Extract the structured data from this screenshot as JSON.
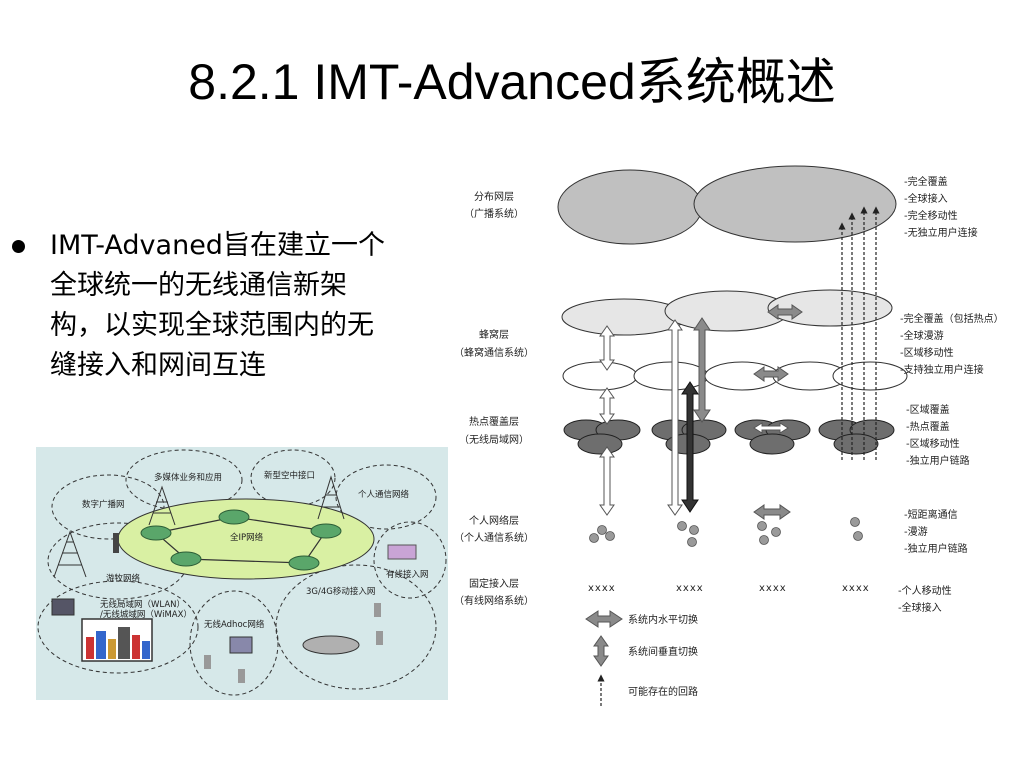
{
  "slide": {
    "title": "8.2.1 IMT-Advanced系统概述",
    "bullet_text": "IMT-Advaned旨在建立一个全球统一的无线通信新架构，以实现全球范围内的无缝接入和网间互连"
  },
  "left_diagram": {
    "labels": {
      "multimedia": "多媒体业务和应用",
      "new_air": "新型空中接口",
      "digital_broadcast": "数字广播网",
      "personal_comm": "个人通信网络",
      "all_ip": "全IP网络",
      "nomadic": "游牧网络",
      "wired_access": "有线接入网",
      "mobile_access": "3G/4G移动接入网",
      "wlan": "无线局域网（WLAN）",
      "wimax": "/无线城域网（WiMAX）",
      "adhoc": "无线Adhoc网络"
    },
    "colors": {
      "background": "#d6e8e9",
      "ip_fill": "#d9f0a3",
      "ip_node": "#5aa66a"
    }
  },
  "right_diagram": {
    "layers": [
      {
        "name": "分布网层",
        "sub": "（广播系统）",
        "features": [
          "-完全覆盖",
          "-全球接入",
          "-完全移动性",
          "-无独立用户连接"
        ]
      },
      {
        "name": "蜂窝层",
        "sub": "（蜂窝通信系统）",
        "features": [
          "-完全覆盖（包括热点）",
          "-全球漫游",
          "-区域移动性",
          "-支持独立用户连接"
        ]
      },
      {
        "name": "热点覆盖层",
        "sub": "（无线局域网）",
        "features": [
          "-区域覆盖",
          "-热点覆盖",
          "-区域移动性",
          "-独立用户链路"
        ]
      },
      {
        "name": "个人网络层",
        "sub": "（个人通信系统）",
        "features": [
          "-短距离通信",
          "-漫游",
          "-独立用户链路"
        ]
      },
      {
        "name": "固定接入层",
        "sub": "（有线网络系统）",
        "features": [
          "-个人移动性",
          "-全球接入"
        ]
      }
    ],
    "fixed_marks": [
      "xxxx",
      "xxxx",
      "xxxx",
      "xxxx"
    ],
    "legend": [
      "系统内水平切换",
      "系统间垂直切换",
      "可能存在的回路"
    ],
    "colors": {
      "broadcast": "#c0c0c0",
      "cellular": "#e6e6e6",
      "hotspot": "#6e6e6e",
      "arrow_gray": "#8a8a8a",
      "arrow_dark": "#333333"
    }
  }
}
